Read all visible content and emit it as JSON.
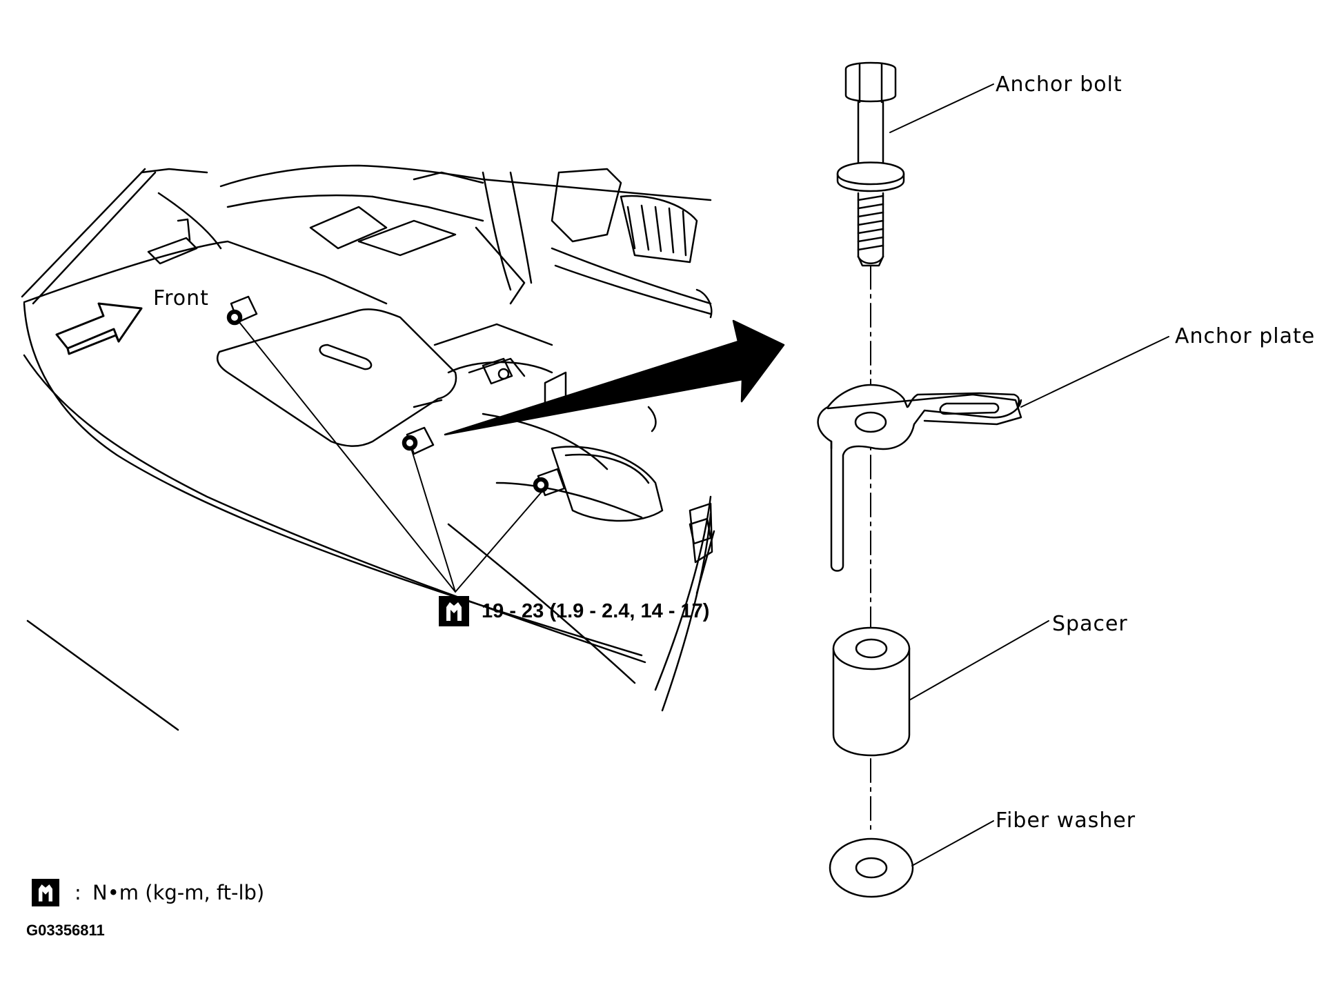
{
  "labels": {
    "front": "Front",
    "anchor_bolt": "Anchor bolt",
    "anchor_plate": "Anchor plate",
    "spacer": "Spacer",
    "fiber_washer": "Fiber washer"
  },
  "torque_spec": "19 - 23 (1.9 - 2.4, 14 - 17)",
  "legend": {
    "separator": ":",
    "units": "N•m (kg-m, ft-lb)"
  },
  "figure_code": "G03356811",
  "icons": {
    "torque": "torque-wrench-icon",
    "direction": "front-direction-arrow-icon"
  }
}
